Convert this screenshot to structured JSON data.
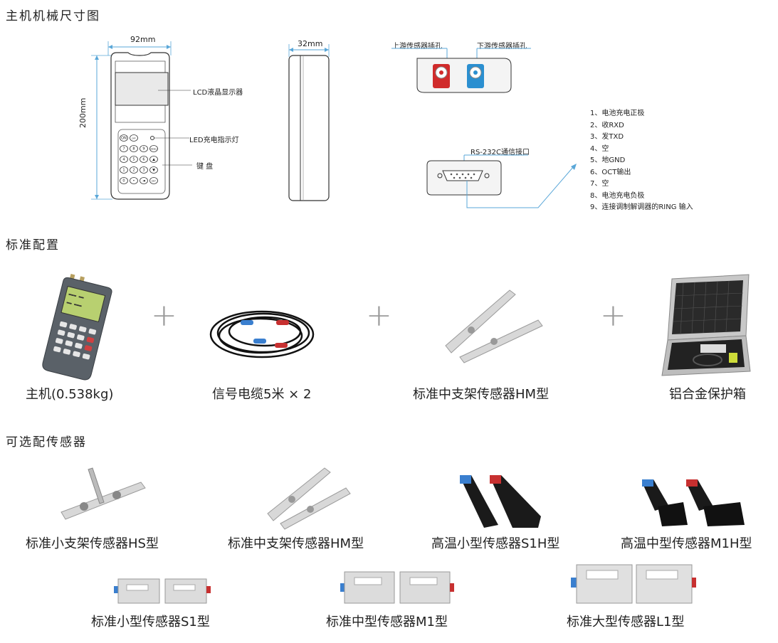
{
  "sections": {
    "dims_title": "主机机械尺寸图",
    "standard_title": "标准配置",
    "optional_title": "可选配传感器"
  },
  "drawing": {
    "width_label": "92mm",
    "height_label": "200mm",
    "thickness_label": "32mm",
    "lcd_label": "LCD液晶显示器",
    "led_label": "LED充电指示灯",
    "keypad_label": "键 盘",
    "upstream_label": "上游传感器插孔",
    "downstream_label": "下游传感器插孔",
    "rs232_label": "RS-232C通信接口",
    "key_labels": [
      "ON",
      "OFF",
      "7",
      "8",
      "9",
      "MENU",
      "4",
      "5",
      "6",
      "▲",
      "1",
      "2",
      "3",
      "▼",
      "0",
      "•",
      "◄",
      "ENT"
    ],
    "pins": [
      "1、电池充电正极",
      "2、收RXD",
      "3、发TXD",
      "4、空",
      "5、地GND",
      "6、OCT输出",
      "7、空",
      "8、电池充电负极",
      "9、连接调制解调器的RING 输入"
    ]
  },
  "standard_items": [
    {
      "name": "主机(0.538kg)"
    },
    {
      "name": "信号电缆5米 × 2"
    },
    {
      "name": "标准中支架传感器HM型"
    },
    {
      "name": "铝合金保护箱"
    }
  ],
  "plus_sign": "+",
  "optional_row1": [
    {
      "name": "标准小支架传感器HS型"
    },
    {
      "name": "标准中支架传感器HM型"
    },
    {
      "name": "高温小型传感器S1H型"
    },
    {
      "name": "高温中型传感器M1H型"
    }
  ],
  "optional_row2": [
    {
      "name": "标准小型传感器S1型"
    },
    {
      "name": "标准中型传感器M1型"
    },
    {
      "name": "标准大型传感器L1型"
    }
  ],
  "colors": {
    "dimension_line": "#5aa7d8",
    "upstream_port": "#d02b2b",
    "downstream_port": "#2b8fd0",
    "plus": "#9a9a9a"
  }
}
